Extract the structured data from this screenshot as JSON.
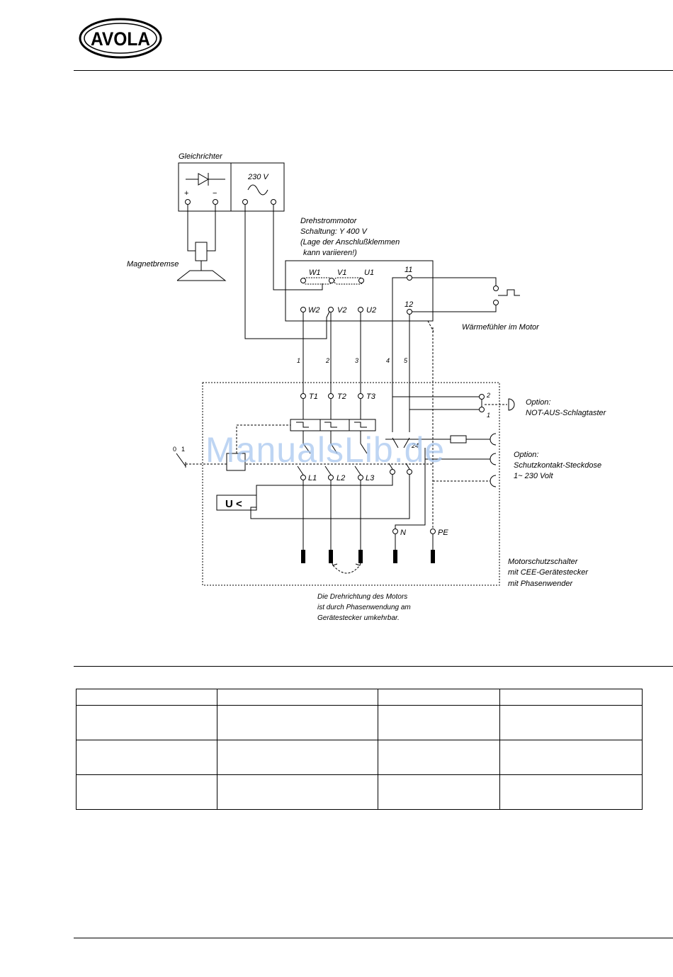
{
  "brand": {
    "logo_text": "AVOLA"
  },
  "diagram": {
    "gleichrichter": "Gleichrichter",
    "plus": "+",
    "minus": "−",
    "voltage_230": "230 V",
    "magnetbremse": "Magnetbremse",
    "motor_title": "Drehstrommotor",
    "motor_schaltung": "Schaltung: Y 400 V",
    "motor_note1": "(Lage der Anschlußklemmen",
    "motor_note2": "kann variieren!)",
    "w1": "W1",
    "v1": "V1",
    "u1": "U1",
    "w2": "W2",
    "v2": "V2",
    "u2": "U2",
    "t11": "11",
    "t12": "12",
    "waermefuehler": "Wärmefühler im Motor",
    "wire1": "1",
    "wire2": "2",
    "wire3": "3",
    "wire4": "4",
    "wire5": "5",
    "T1": "T1",
    "T2": "T2",
    "T3": "T3",
    "c2": "2",
    "c1": "1",
    "option1_title": "Option:",
    "option1_text": "NOT-AUS-Schlagtaster",
    "switch_0": "0",
    "switch_1": "1",
    "uv_label": "U <",
    "L1": "L1",
    "L2": "L2",
    "L3": "L3",
    "c24": "24",
    "option2_title": "Option:",
    "option2_line1": "Schutzkontakt-Steckdose",
    "option2_line2": "1~ 230 Volt",
    "N": "N",
    "PE": "PE",
    "motorschutz1": "Motorschutzschalter",
    "motorschutz2": "mit CEE-Gerätestecker",
    "motorschutz3": "mit Phasenwender",
    "dreh1": "Die Drehrichtung des Motors",
    "dreh2": "ist durch Phasenwendung am",
    "dreh3": "Gerätestecker umkehrbar."
  },
  "watermark": "ManualsLib.de",
  "table": {
    "columns": 4,
    "rows": 4
  }
}
